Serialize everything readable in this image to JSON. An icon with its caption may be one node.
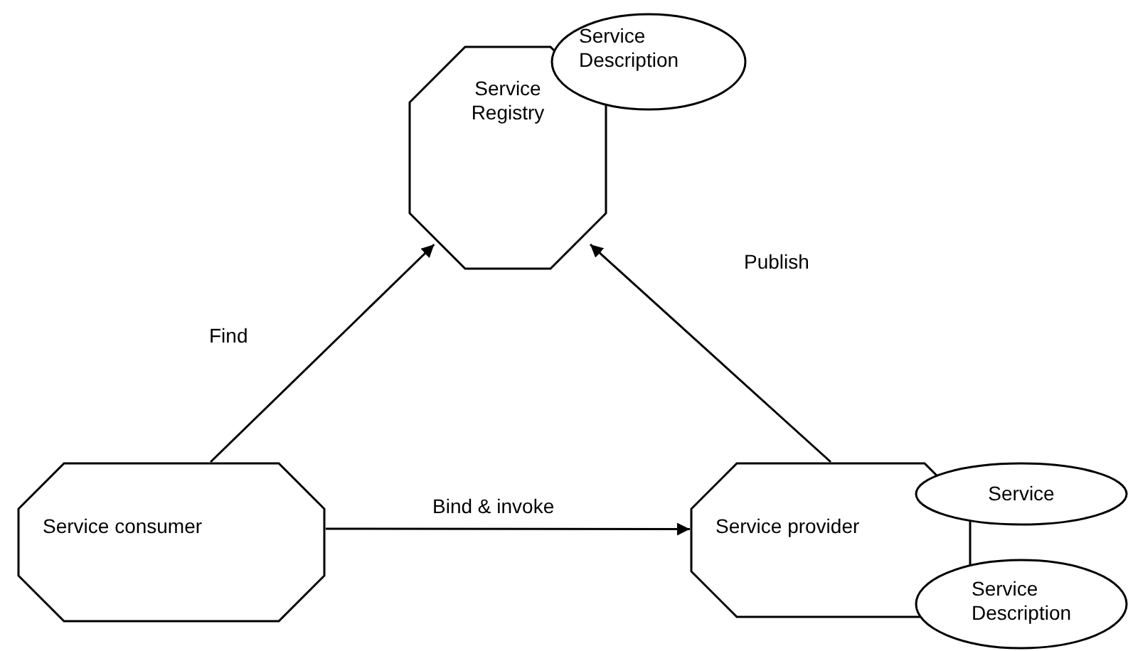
{
  "diagram": {
    "nodes": [
      {
        "text": [
          "Service Registry"
        ]
      },
      {
        "text": [
          "Service Description"
        ]
      },
      {
        "text": [
          "Service consumer"
        ]
      },
      {
        "text": [
          "Service provider"
        ]
      },
      {
        "text": [
          "Service"
        ]
      },
      {
        "text": [
          "Service Description"
        ]
      }
    ],
    "edges": [
      {
        "from": 2,
        "to": 0,
        "arrow": "to",
        "label": "Find"
      },
      {
        "from": 3,
        "to": 0,
        "arrow": "to",
        "label": "Publish"
      },
      {
        "from": 2,
        "to": 3,
        "arrow": "to",
        "label": "Bind & invoke"
      }
    ]
  }
}
